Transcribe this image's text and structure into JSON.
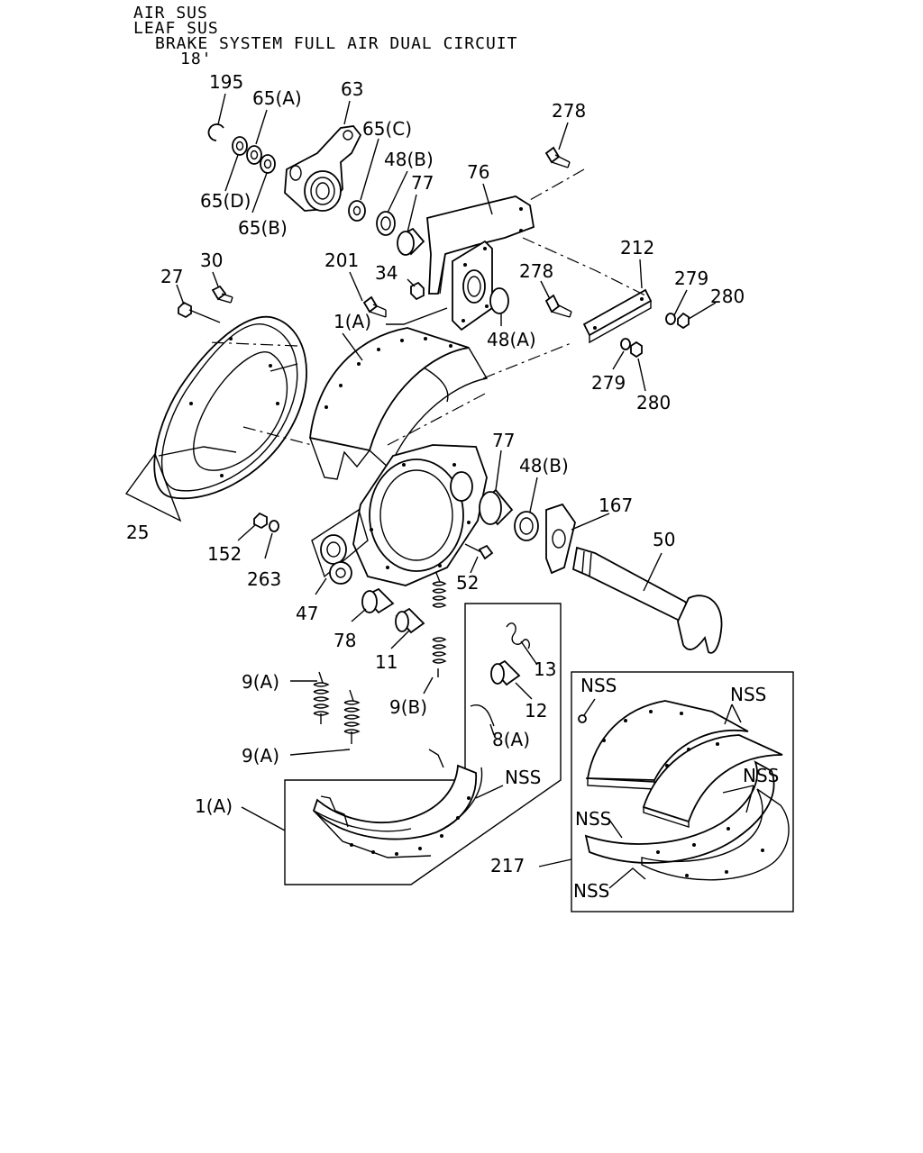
{
  "header": {
    "line1": "AIR SUS",
    "line2": "LEAF SUS",
    "line3": "BRAKE SYSTEM FULL AIR DUAL CIRCUIT",
    "line4": "18'"
  },
  "callouts": {
    "c195": "195",
    "c65a": "65(A)",
    "c63": "63",
    "c65c": "65(C)",
    "c48b_top": "48(B)",
    "c77_top": "77",
    "c76": "76",
    "c278_top": "278",
    "c65d": "65(D)",
    "c65b": "65(B)",
    "c212": "212",
    "c278_mid": "278",
    "c279_right": "279",
    "c280_right": "280",
    "c201": "201",
    "c34": "34",
    "c30": "30",
    "c27": "27",
    "c1a_top": "1(A)",
    "c48a": "48(A)",
    "c279_low": "279",
    "c280_low": "280",
    "c77_mid": "77",
    "c48b_mid": "48(B)",
    "c167": "167",
    "c50": "50",
    "c25": "25",
    "c152": "152",
    "c263": "263",
    "c52": "52",
    "c47": "47",
    "c78": "78",
    "c11": "11",
    "c13": "13",
    "c12": "12",
    "c9a_top": "9(A)",
    "c9b": "9(B)",
    "c8a": "8(A)",
    "c9a_low": "9(A)",
    "c1a_low": "1(A)",
    "nss_shoe": "NSS",
    "nss_k1": "NSS",
    "nss_k2": "NSS",
    "nss_k3": "NSS",
    "nss_k4": "NSS",
    "nss_k5": "NSS",
    "c217": "217"
  }
}
